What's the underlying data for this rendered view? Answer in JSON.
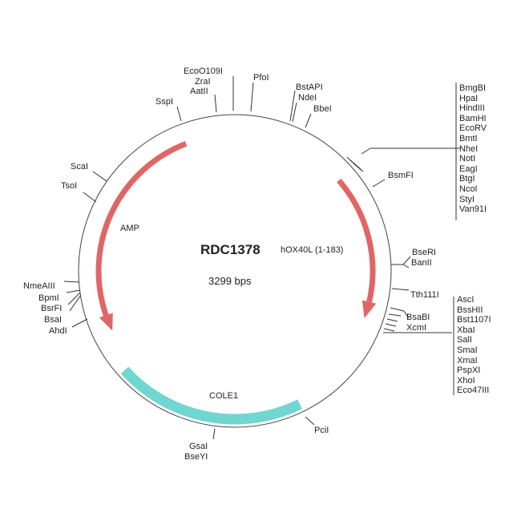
{
  "plasmid": {
    "name": "RDC1378",
    "size": "3299 bps"
  },
  "features": {
    "amp": "AMP",
    "hox40l": "hOX40L (1-183)",
    "cole1": "COLE1"
  },
  "colors": {
    "amp": "#e06666",
    "hox40l": "#e06666",
    "cole1": "#6fd6d0"
  },
  "sites": {
    "sspi": "SspI",
    "eco": "EcoO109I",
    "zrai": "ZraI",
    "aatii": "AatII",
    "pfoi": "PfoI",
    "bstapi": "BstAPI",
    "ndei": "NdeI",
    "bbei": "BbeI",
    "bsmfi": "BsmFI",
    "bseri": "BseRI",
    "banii": "BanII",
    "tth": "Tth111I",
    "bsabi": "BsaBI",
    "xcmi": "XcmI",
    "pcii": "PciI",
    "gsai": "GsaI",
    "bseyi": "BseYI",
    "scai": "ScaI",
    "tsoi": "TsoI",
    "nmeaiii": "NmeAIII",
    "bpmi": "BpmI",
    "bsrfi": "BsrFI",
    "bsai": "BsaI",
    "ahdi": "AhdI"
  },
  "mcs1": [
    "BmgBI",
    "HpaI",
    "HindIII",
    "BamHI",
    "EcoRV",
    "BmtI",
    "NheI",
    "NotI",
    "EagI",
    "BtgI",
    "NcoI",
    "StyI",
    "Van91I"
  ],
  "mcs2": [
    "AscI",
    "BssHII",
    "Bst1107I",
    "XbaI",
    "SalI",
    "SmaI",
    "XmaI",
    "PspXI",
    "XhoI",
    "Eco47III"
  ]
}
